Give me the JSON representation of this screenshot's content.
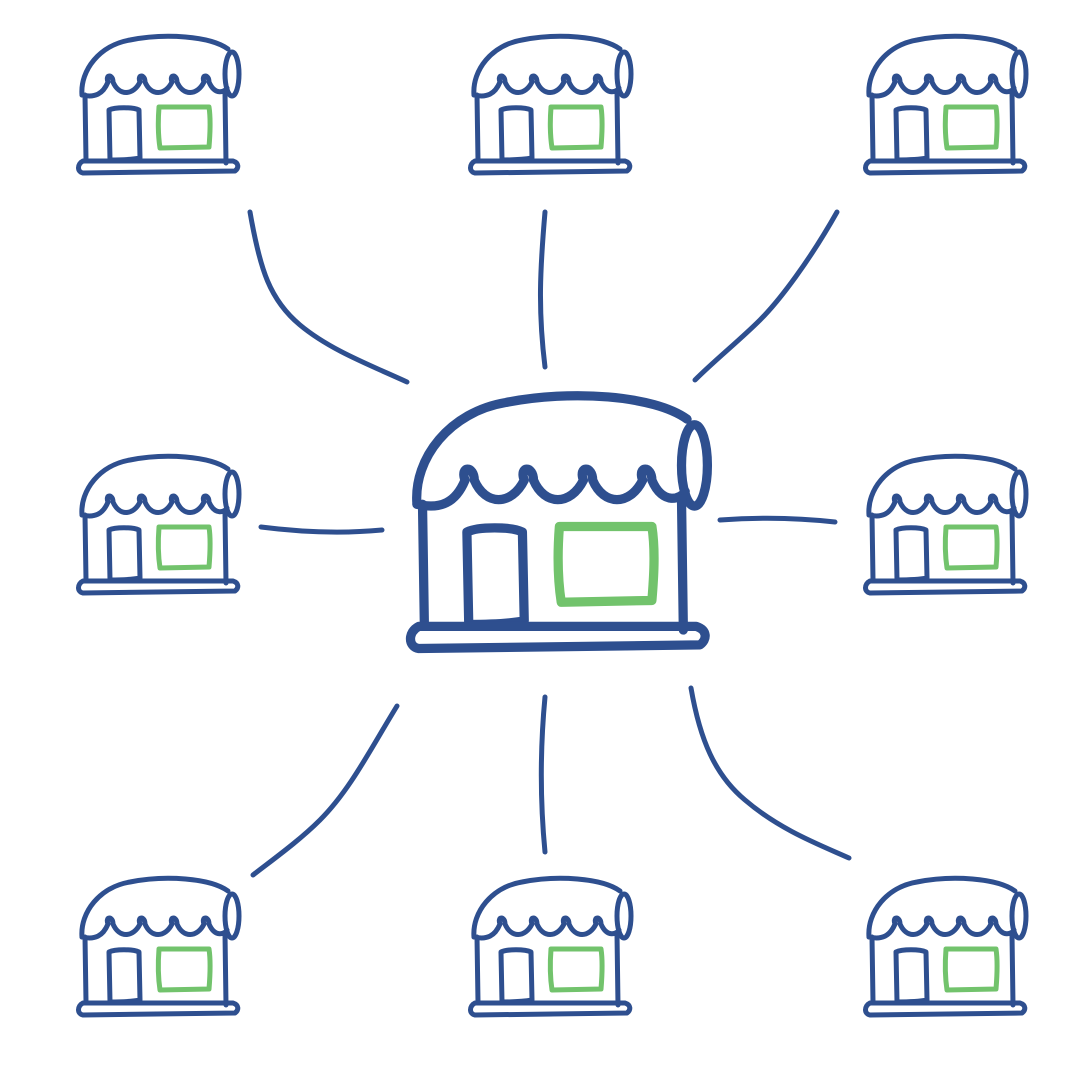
{
  "diagram": {
    "type": "hub-and-spoke",
    "hub": "central-store",
    "spokes": 8,
    "colors": {
      "outline": "#2e4f8f",
      "window": "#72c36c",
      "background": "#ffffff"
    }
  }
}
